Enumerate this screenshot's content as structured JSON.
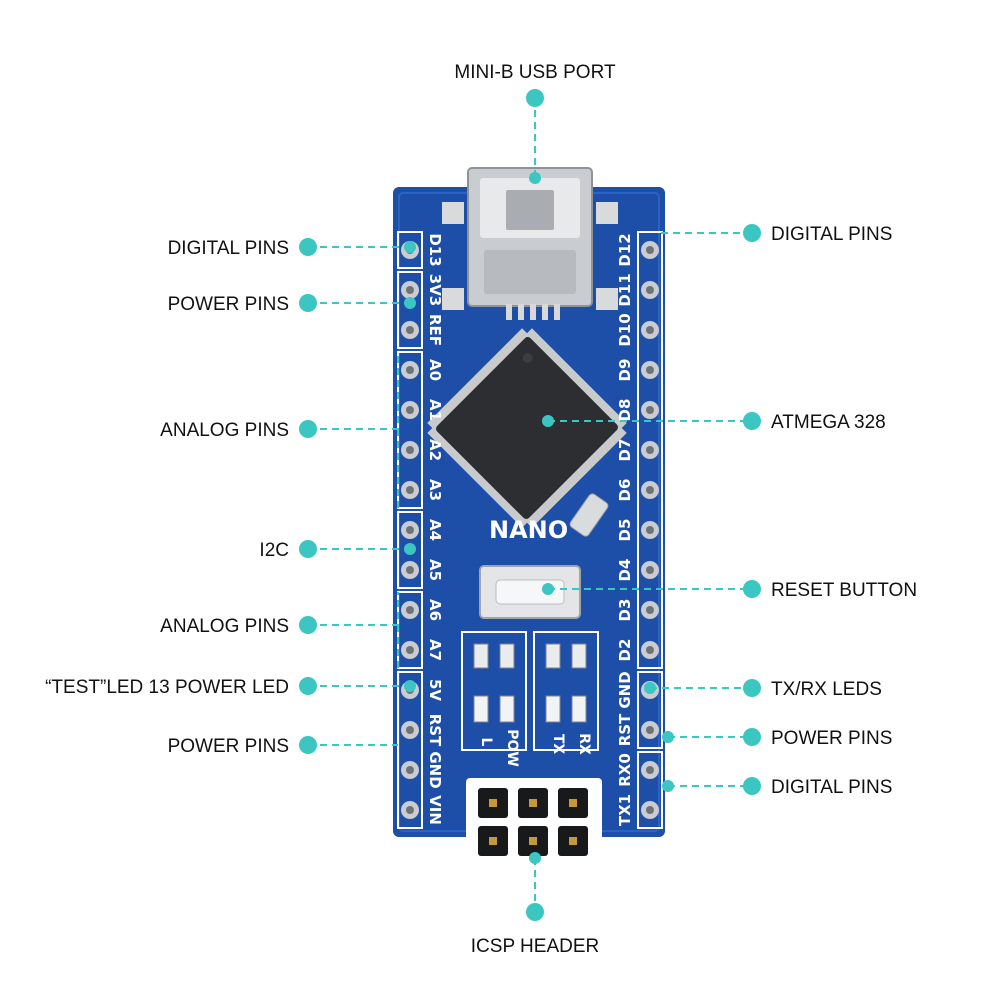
{
  "callouts": {
    "usb": "MINI-B USB PORT",
    "left_digital": "DIGITAL PINS",
    "left_power_top": "POWER PINS",
    "left_analog_top": "ANALOG PINS",
    "i2c": "I2C",
    "left_analog_bottom": "ANALOG PINS",
    "test_led": "“TEST”LED 13 POWER LED",
    "left_power_bottom": "POWER PINS",
    "right_digital_top": "DIGITAL PINS",
    "atmega": "ATMEGA 328",
    "reset": "RESET BUTTON",
    "txrx": "TX/RX LEDS",
    "right_power": "POWER PINS",
    "right_digital_bottom": "DIGITAL PINS",
    "icsp": "ICSP HEADER"
  },
  "board": {
    "name": "NANO",
    "left_pins": [
      "D13",
      "3V3",
      "REF",
      "A0",
      "A1",
      "A2",
      "A3",
      "A4",
      "A5",
      "A6",
      "A7",
      "5V",
      "RST",
      "GND",
      "VIN"
    ],
    "right_pins": [
      "D12",
      "D11",
      "D10",
      "D9",
      "D8",
      "D7",
      "D6",
      "D5",
      "D4",
      "D3",
      "D2",
      "GND",
      "RST",
      "RX0",
      "TX1"
    ],
    "led_labels": [
      "L",
      "POW",
      "TX",
      "RX"
    ]
  },
  "colors": {
    "accent": "#3cc6c1",
    "board": "#1d4fa8",
    "silk": "#ffffff"
  }
}
